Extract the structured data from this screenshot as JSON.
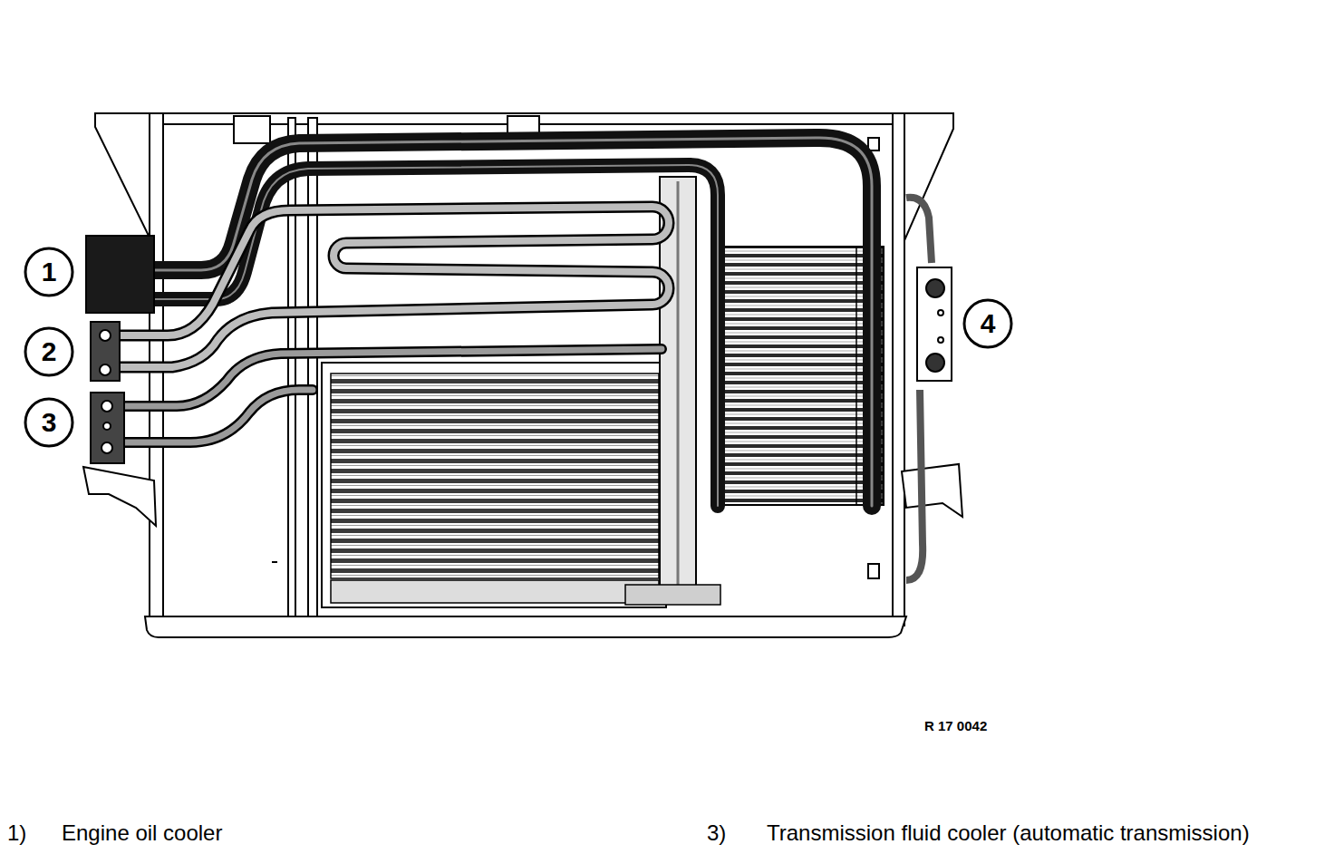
{
  "diagram": {
    "nodes": [
      {
        "text": [
          "1"
        ]
      },
      {
        "text": [
          "2"
        ]
      },
      {
        "text": [
          "3"
        ]
      },
      {
        "text": [
          "4"
        ]
      }
    ],
    "labels": [
      "R 17 0042",
      "1)",
      "Engine oil cooler",
      "3)",
      "Transmission fluid cooler (automatic transmission)"
    ]
  }
}
